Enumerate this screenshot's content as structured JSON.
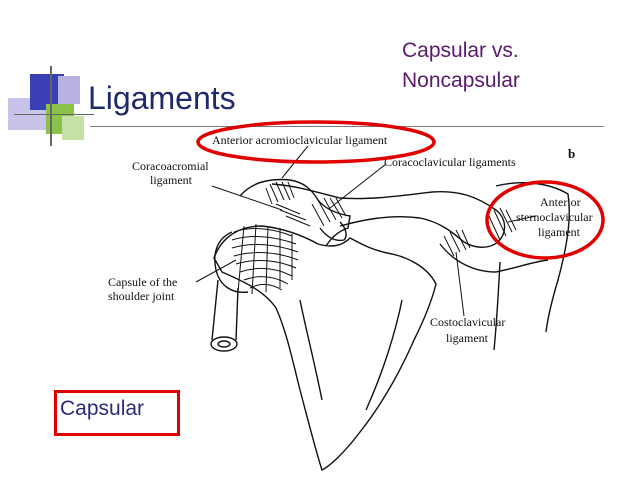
{
  "title": "Ligaments",
  "subtitle_lines": [
    "Capsular vs.",
    "Noncapsular"
  ],
  "capsular_label": "Capsular",
  "figure_letter": "b",
  "labels": {
    "anterior_acromioclavicular": "Anterior acromioclavicular ligament",
    "coracoclavicular": "Coracoclavicular ligaments",
    "coracoacromial_1": "Coracoacromial",
    "coracoacromial_2": "ligament",
    "anterior_sc_1": "Anterior",
    "anterior_sc_2": "sternoclavicular",
    "anterior_sc_3": "ligament",
    "capsule_1": "Capsule of the",
    "capsule_2": "shoulder joint",
    "costoclavicular_1": "Costoclavicular",
    "costoclavicular_2": "ligament"
  },
  "colors": {
    "title": "#1f2a6b",
    "subtitle": "#5a1a6e",
    "highlight": "#e00000",
    "deco_blue": "#3b3fb5",
    "deco_lavender": "#b9b2e0",
    "deco_green": "#8bc34a"
  }
}
